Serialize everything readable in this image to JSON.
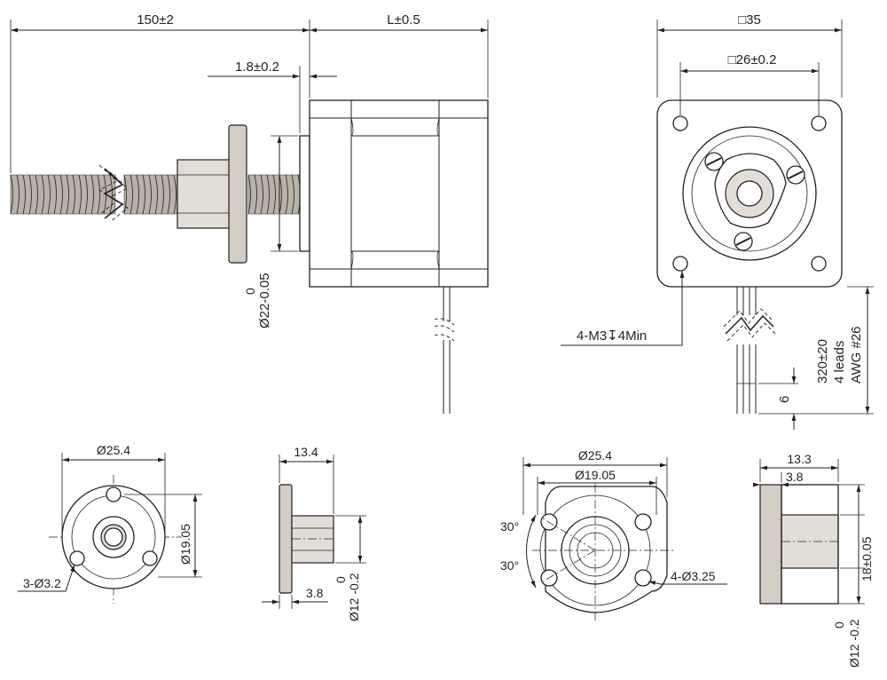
{
  "side_view": {
    "screw_length": "150±2",
    "motor_length": "L±0.5",
    "boss_height": "1.8±0.2",
    "boss_dia_value": "Ø22-0.05",
    "boss_dia_tol": "0"
  },
  "front_view": {
    "frame_size": "□35",
    "hole_spacing": "□26±0.2",
    "mount_holes": "4-M3↧4Min",
    "lead_length": "320±20",
    "leads_count": "4 leads",
    "awg": "AWG #26",
    "strip_len": "6"
  },
  "nut1_front": {
    "outer_dia": "Ø25.4",
    "bolt_circle": "Ø19.05",
    "holes": "3-Ø3.2"
  },
  "nut1_side": {
    "length": "13.4",
    "flange": "3.8",
    "dia_value": "Ø12 -0.2",
    "dia_tol": "0"
  },
  "nut2_front": {
    "outer_dia": "Ø25.4",
    "bolt_circle": "Ø19.05",
    "angle_top": "30°",
    "angle_bottom": "30°",
    "holes": "4-Ø3.25"
  },
  "nut2_side": {
    "length": "13.3",
    "flange": "3.8",
    "flat": "18±0.05",
    "dia_value": "Ø12 -0.2",
    "dia_tol": "0"
  }
}
